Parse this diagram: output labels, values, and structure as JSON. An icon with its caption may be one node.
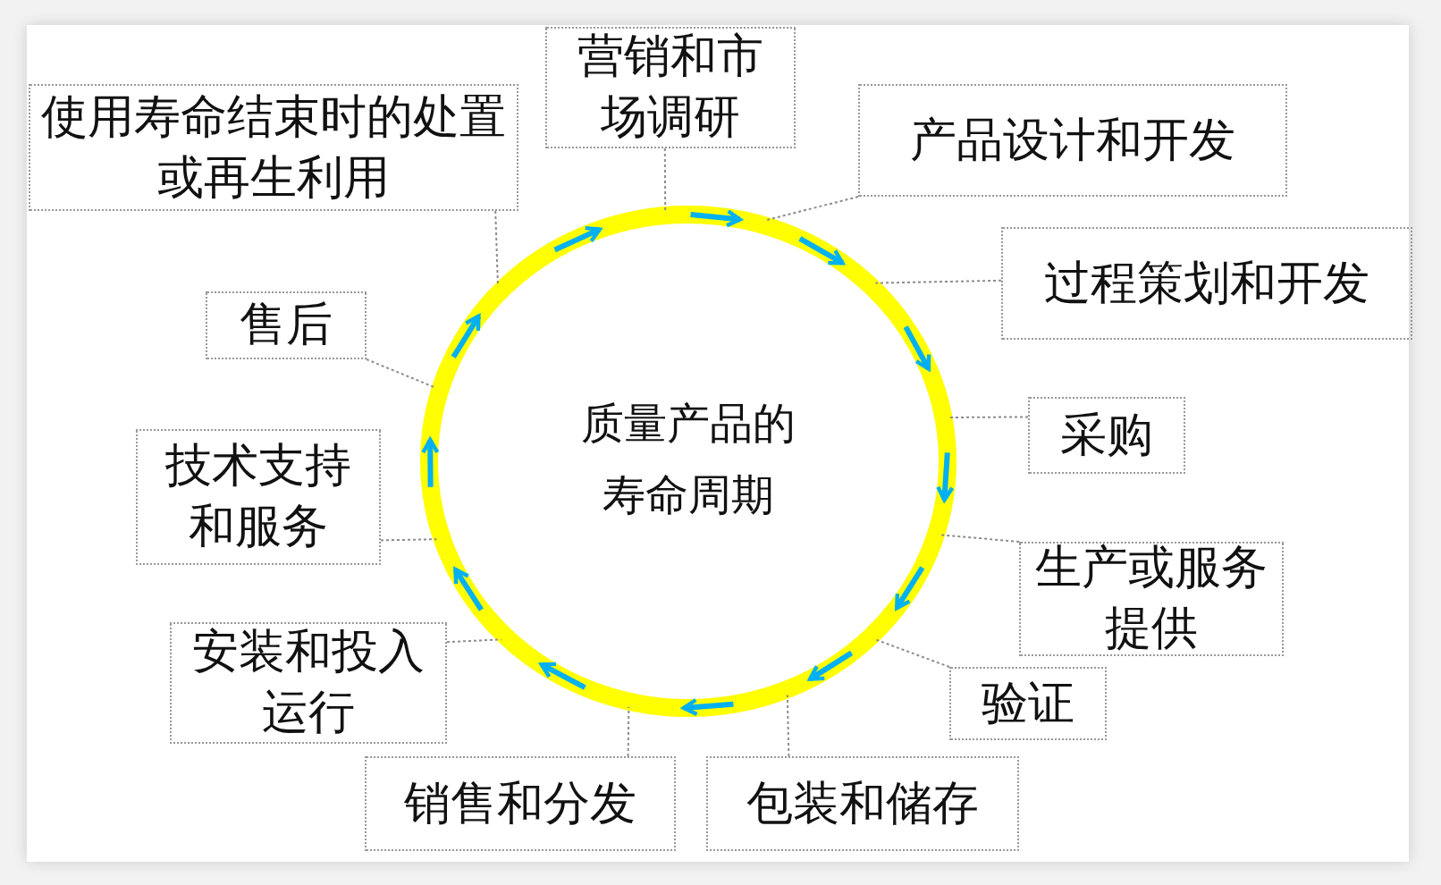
{
  "diagram": {
    "nodes": [
      {
        "text": [
          "营销和市场调研"
        ]
      },
      {
        "text": [
          "产品设计和开发"
        ]
      },
      {
        "text": [
          "过程策划和开发"
        ]
      },
      {
        "text": [
          "采购"
        ]
      },
      {
        "text": [
          "生产或服务提供"
        ]
      },
      {
        "text": [
          "验证"
        ]
      },
      {
        "text": [
          "包装和储存"
        ]
      },
      {
        "text": [
          "销售和分发"
        ]
      },
      {
        "text": [
          "安装和投入运行"
        ]
      },
      {
        "text": [
          "技术支持和服务"
        ]
      },
      {
        "text": [
          "售后"
        ]
      },
      {
        "text": [
          "使用寿命结束时的处置或再生利用"
        ]
      },
      {
        "text": [
          "质量产品的寿命周期"
        ]
      }
    ],
    "edges": [
      {
        "from": 0,
        "to": 12,
        "arrow": "none",
        "style": "dashed"
      },
      {
        "from": 1,
        "to": 12,
        "arrow": "none",
        "style": "dashed"
      },
      {
        "from": 2,
        "to": 12,
        "arrow": "none",
        "style": "dashed"
      },
      {
        "from": 3,
        "to": 12,
        "arrow": "none",
        "style": "dashed"
      },
      {
        "from": 4,
        "to": 12,
        "arrow": "none",
        "style": "dashed"
      },
      {
        "from": 5,
        "to": 12,
        "arrow": "none",
        "style": "dashed"
      },
      {
        "from": 6,
        "to": 12,
        "arrow": "none",
        "style": "dashed"
      },
      {
        "from": 7,
        "to": 12,
        "arrow": "none",
        "style": "dashed"
      },
      {
        "from": 8,
        "to": 12,
        "arrow": "none",
        "style": "dashed"
      },
      {
        "from": 9,
        "to": 12,
        "arrow": "none",
        "style": "dashed"
      },
      {
        "from": 10,
        "to": 12,
        "arrow": "none",
        "style": "dashed"
      },
      {
        "from": 11,
        "to": 12,
        "arrow": "none",
        "style": "dashed"
      }
    ]
  }
}
